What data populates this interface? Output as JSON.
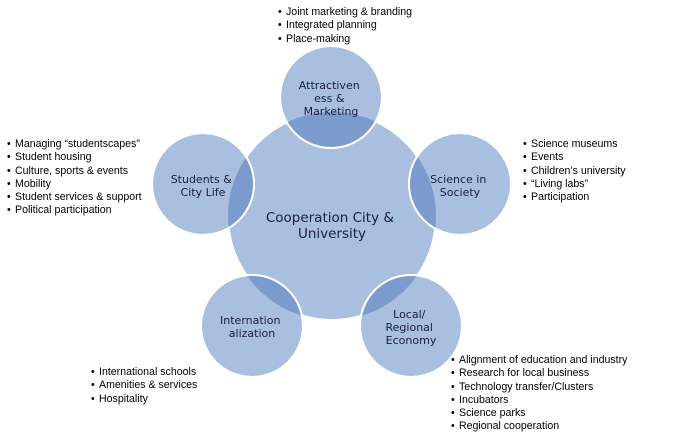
{
  "center": {
    "lines": [
      "Cooperation City &",
      "University"
    ]
  },
  "nodes": [
    {
      "id": "attractiveness",
      "lines": [
        "Attractiven",
        "ess &",
        "Marketing"
      ],
      "bullets": [
        "Joint marketing & branding",
        "Integrated planning",
        "Place-making"
      ]
    },
    {
      "id": "science",
      "lines": [
        "Science in",
        "Society"
      ],
      "bullets": [
        "Science museums",
        "Events",
        "Children’s university",
        "“Living labs”",
        "Participation"
      ]
    },
    {
      "id": "economy",
      "lines": [
        "Local/",
        "Regional",
        "Economy"
      ],
      "bullets": [
        "Alignment of education and industry",
        "Research for local business",
        "Technology transfer/Clusters",
        "Incubators",
        "Science parks",
        "Regional cooperation"
      ]
    },
    {
      "id": "internationalization",
      "lines": [
        "Internation",
        "alization"
      ],
      "bullets": [
        "International schools",
        "Amenities & services",
        "Hospitality"
      ]
    },
    {
      "id": "students",
      "lines": [
        "Students &",
        "City Life"
      ],
      "bullets": [
        "Managing “studentscapes”",
        "Student housing",
        "Culture, sports & events",
        "Mobility",
        "Student services & support",
        "Political participation"
      ]
    }
  ],
  "colors": {
    "circle_fill": "#a9bfdf",
    "overlap_fill": "#7b9bcd",
    "circle_stroke": "#ffffff",
    "text": "#1a1f3d"
  }
}
